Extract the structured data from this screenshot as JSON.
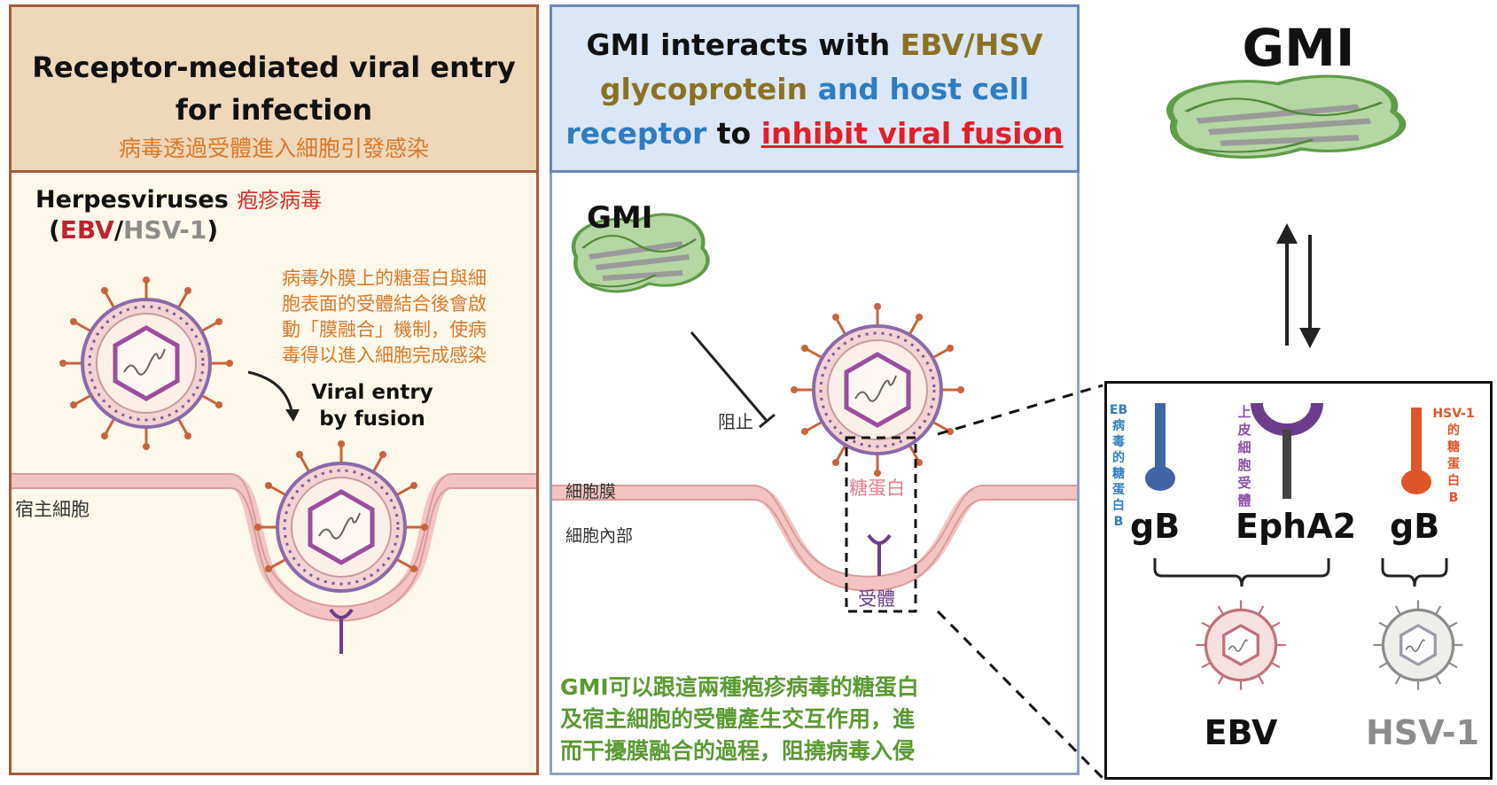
{
  "left_panel": {
    "title_line1": "Receptor-mediated viral entry",
    "title_line2": "for infection",
    "subtitle_zh": "病毒透過受體進入細胞引發感染",
    "virus_name_en": "Herpesviruses",
    "virus_name_zh": "疱疹病毒",
    "paren_open": "(",
    "ebv": "EBV",
    "slash": "/",
    "hsv": "HSV-1",
    "paren_close": ")",
    "description_lines": [
      "病毒外膜上的糖蛋白與細",
      "胞表面的受體結合後會啟",
      "動「膜融合」機制，使病",
      "毒得以進入細胞完成感染"
    ],
    "entry_line1": "Viral entry",
    "entry_line2": "by fusion",
    "host_cell_label": "宿主細胞"
  },
  "middle_panel": {
    "title_part1": "GMI interacts with ",
    "title_part2": "EBV/HSV",
    "title_part3": "glycoprotein",
    "title_part4": " and host cell",
    "title_part5": "receptor",
    "title_part6": " to ",
    "title_part7": "inhibit viral fusion",
    "gmi_label": "GMI",
    "block_label": "阻止",
    "membrane_label": "細胞膜",
    "interior_label": "細胞內部",
    "glycoprotein_label": "糖蛋白",
    "receptor_label": "受體",
    "summary_lines": [
      "GMI可以跟這兩種疱疹病毒的糖蛋白",
      "及宿主細胞的受體產生交互作用，進",
      "而干擾膜融合的過程，阻撓病毒入侵"
    ]
  },
  "right_panel": {
    "gmi_title": "GMI",
    "ebv_gb_desc": [
      "EB",
      "病",
      "毒",
      "的",
      "糖",
      "蛋",
      "白",
      "B"
    ],
    "epha2_desc": [
      "上",
      "皮",
      "細",
      "胞",
      "受",
      "體"
    ],
    "hsv_gb_desc": [
      "HSV-1",
      "的",
      "糖",
      "蛋",
      "白",
      "B"
    ],
    "gb_left": "gB",
    "epha2": "EphA2",
    "gb_right": "gB",
    "ebv_label": "EBV",
    "hsv_label": "HSV-1"
  },
  "colors": {
    "ebv_red": "#c0212e",
    "hsv_gray": "#8c8c8c",
    "orange_text": "#d8792a",
    "olive": "#8b7223",
    "blue": "#2e7cc1",
    "red_link": "#e0202a",
    "green": "#5a9a32",
    "protein_green": "#5f9c48",
    "gb_blue": "#3f64a8",
    "gb_orange": "#e0542a",
    "receptor_purple": "#6b3d8c",
    "membrane_pink": "#f3c4c2"
  }
}
